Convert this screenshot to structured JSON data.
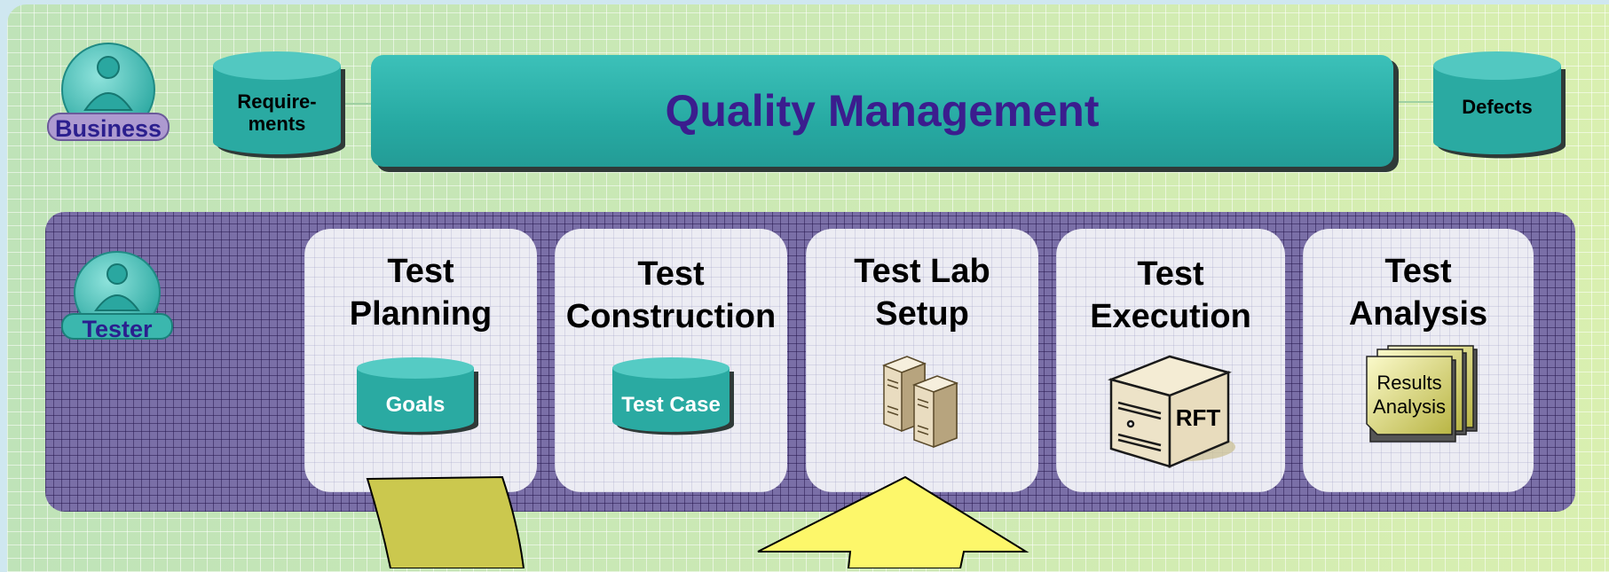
{
  "top": {
    "business_label": "Business",
    "requirements_label_line1": "Require-",
    "requirements_label_line2": "ments",
    "quality_title": "Quality Management",
    "defects_label": "Defects"
  },
  "tester": {
    "label": "Tester"
  },
  "stages": [
    {
      "line1": "Test",
      "line2": "Planning",
      "item_label": "Goals"
    },
    {
      "line1": "Test",
      "line2": "Construction",
      "item_label": "Test Case"
    },
    {
      "line1": "Test Lab",
      "line2": "Setup"
    },
    {
      "line1": "Test",
      "line2": "Execution",
      "item_label": "RFT"
    },
    {
      "line1": "Test",
      "line2": "Analysis",
      "item_label_line1": "Results",
      "item_label_line2": "Analysis"
    }
  ],
  "colors": {
    "teal": "#2eb3ab",
    "title_purple": "#3b1d8e",
    "band_purple": "#7a6fa7",
    "olive_arrow": "#cbc84e",
    "yellow_arrow": "#fdf76a"
  }
}
